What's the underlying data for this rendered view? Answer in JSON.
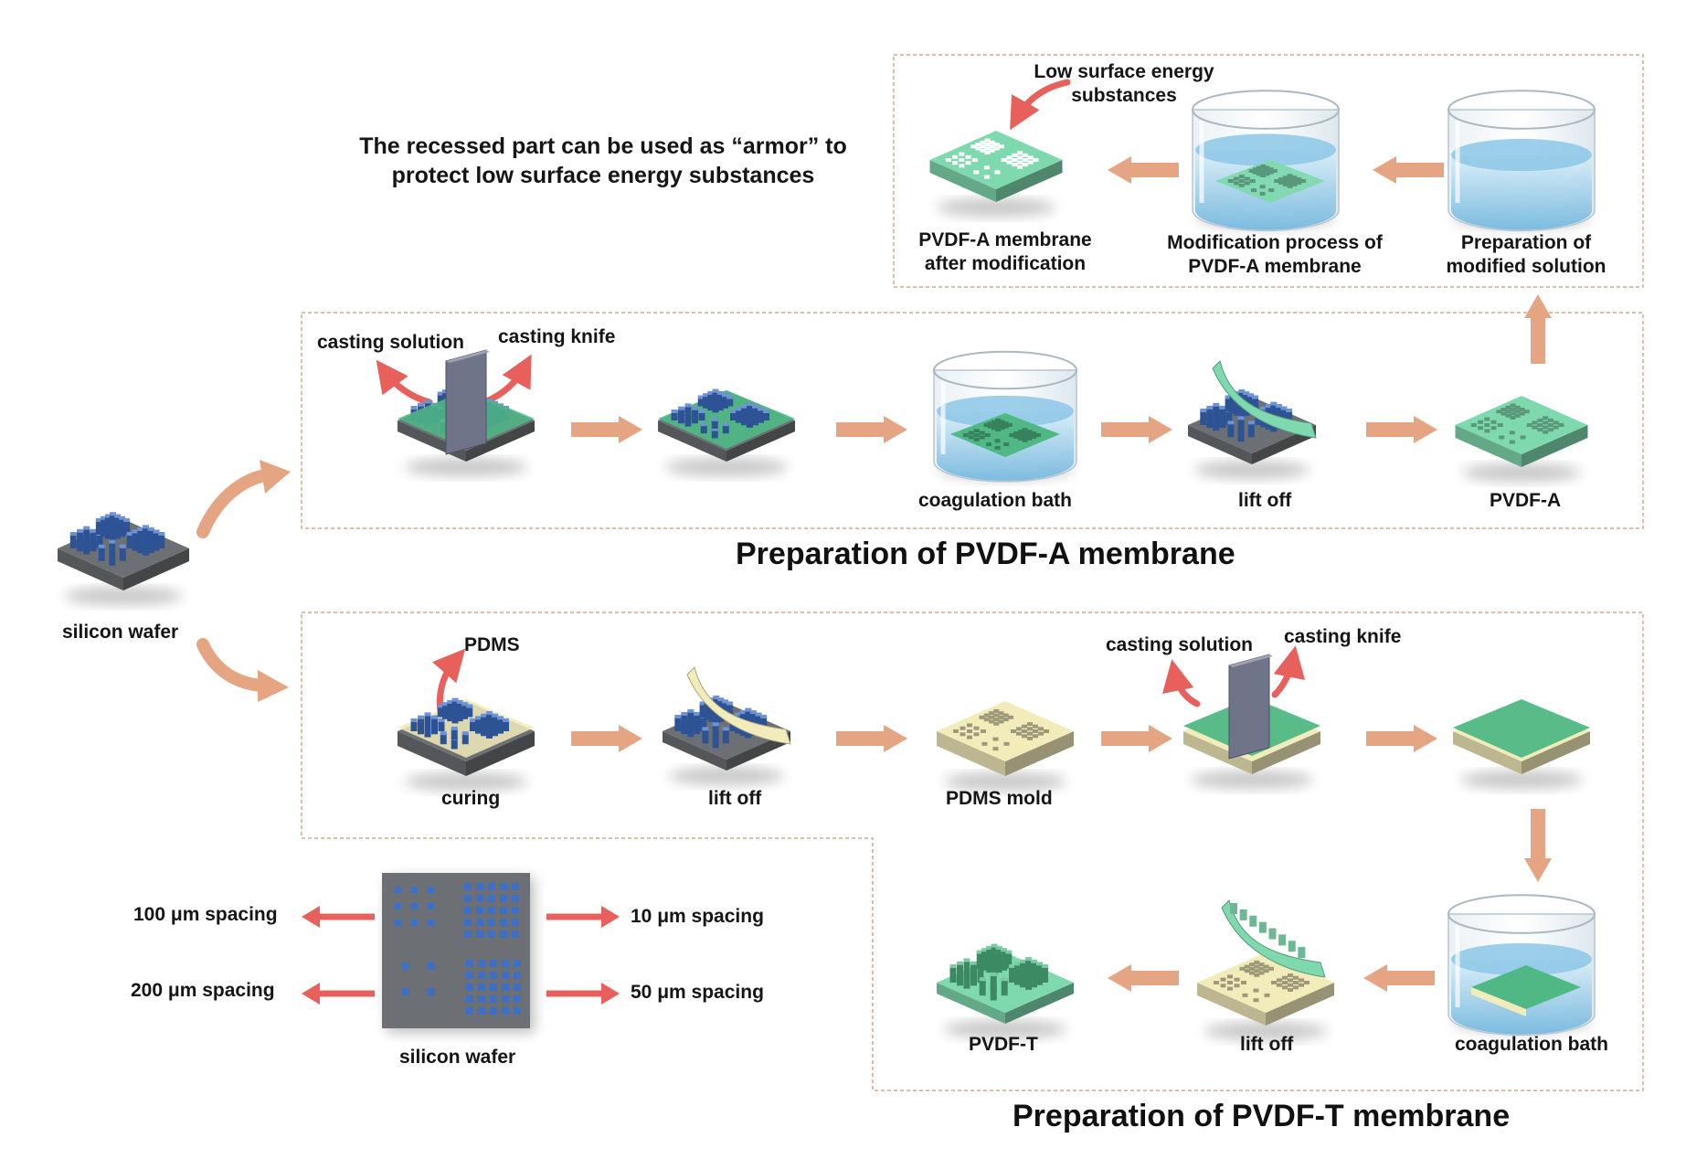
{
  "note": {
    "line1": "The recessed part can be used as “armor” to",
    "line2": "protect low surface energy substances"
  },
  "modification": {
    "low_energy_line1": "Low surface energy",
    "low_energy_line2": "substances",
    "after_line1": "PVDF-A membrane",
    "after_line2": "after modification",
    "process_line1": "Modification process of",
    "process_line2": "PVDF-A membrane",
    "prep_line1": "Preparation of",
    "prep_line2": "modified solution"
  },
  "pvdf_a": {
    "casting_solution": "casting solution",
    "casting_knife": "casting knife",
    "coagulation_bath": "coagulation bath",
    "lift_off": "lift off",
    "product": "PVDF-A",
    "title": "Preparation of PVDF-A membrane"
  },
  "source": {
    "silicon_wafer": "silicon wafer"
  },
  "pvdf_t": {
    "pdms": "PDMS",
    "curing": "curing",
    "lift_off_1": "lift off",
    "pdms_mold": "PDMS mold",
    "casting_solution": "casting solution",
    "casting_knife": "casting knife",
    "coagulation_bath": "coagulation bath",
    "lift_off_2": "lift off",
    "product": "PVDF-T",
    "title": "Preparation of PVDF-T membrane"
  },
  "wafer_detail": {
    "spacing_100": "100 μm spacing",
    "spacing_200": "200 μm spacing",
    "spacing_10": "10 μm spacing",
    "spacing_50": "50 μm spacing",
    "label": "silicon wafer"
  },
  "colors": {
    "flow_arrow": "#e5a482",
    "callout_arrow": "#e8605c",
    "membrane": "#7fd9ae",
    "membrane_dark": "#4fb885",
    "wafer": "#6c6f73",
    "pillar": "#3d6fc7",
    "pdms": "#f2ebba",
    "water": "#8cc7e6",
    "dashed_border": "#d2a98c"
  }
}
